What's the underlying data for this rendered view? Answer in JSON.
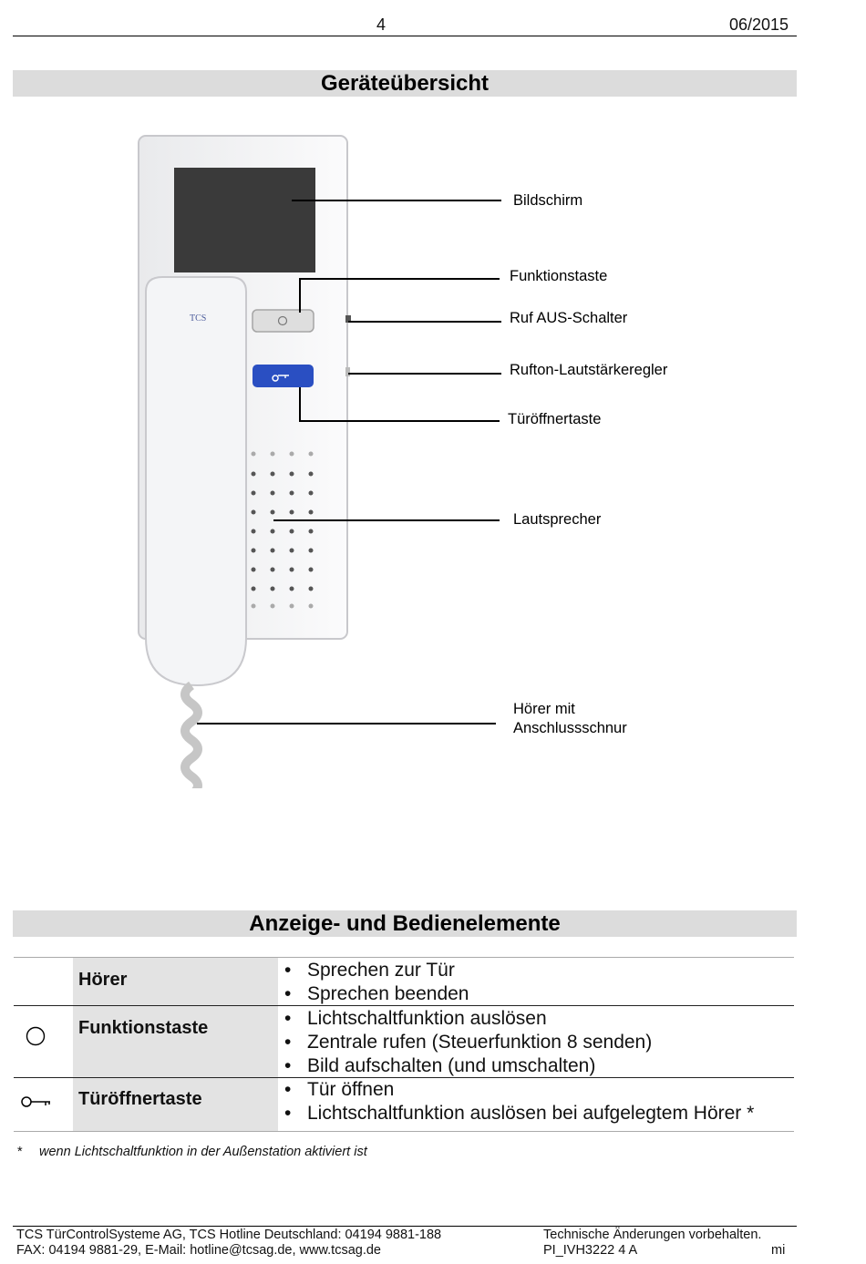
{
  "header": {
    "page_number": "4",
    "date": "06/2015"
  },
  "overview": {
    "title": "Geräteübersicht",
    "device_logo": "TCS",
    "callouts": {
      "bildschirm": "Bildschirm",
      "funktionstaste": "Funktionstaste",
      "ruf_aus": "Ruf AUS-Schalter",
      "rufton": "Rufton-Lautstärkeregler",
      "tueroeffner": "Türöffnertaste",
      "lautsprecher": "Lautsprecher",
      "hoerer_line1": "Hörer mit",
      "hoerer_line2": "Anschlussschnur"
    }
  },
  "controls": {
    "title": "Anzeige- und Bedienelemente",
    "rows": [
      {
        "icon": "none",
        "name": "Hörer",
        "bullets": [
          "Sprechen zur Tür",
          "Sprechen beenden"
        ]
      },
      {
        "icon": "circle-icon",
        "name": "Funktionstaste",
        "bullets": [
          "Lichtschaltfunktion auslösen",
          "Zentrale rufen (Steuerfunktion 8 senden)",
          "Bild aufschalten (und umschalten)"
        ]
      },
      {
        "icon": "key-icon",
        "name": "Türöffnertaste",
        "bullets": [
          "Tür öffnen",
          "Lichtschaltfunktion auslösen bei aufgelegtem Hörer *"
        ]
      }
    ],
    "footnote_mark": "*",
    "footnote": "wenn Lichtschaltfunktion in der Außenstation aktiviert ist"
  },
  "footer": {
    "left_line1": "TCS TürControlSysteme AG, TCS Hotline Deutschland:  04194 9881-188",
    "left_line2": "FAX: 04194 9881-29,  E-Mail: hotline@tcsag.de, www.tcsag.de",
    "right_line1": "Technische Änderungen vorbehalten.",
    "right_line2": "PI_IVH3222  4 A",
    "initials": "mi"
  },
  "colors": {
    "section_bar": "#dcdcdc",
    "door_button": "#2a4fc2",
    "screen": "#3a3a3a"
  }
}
